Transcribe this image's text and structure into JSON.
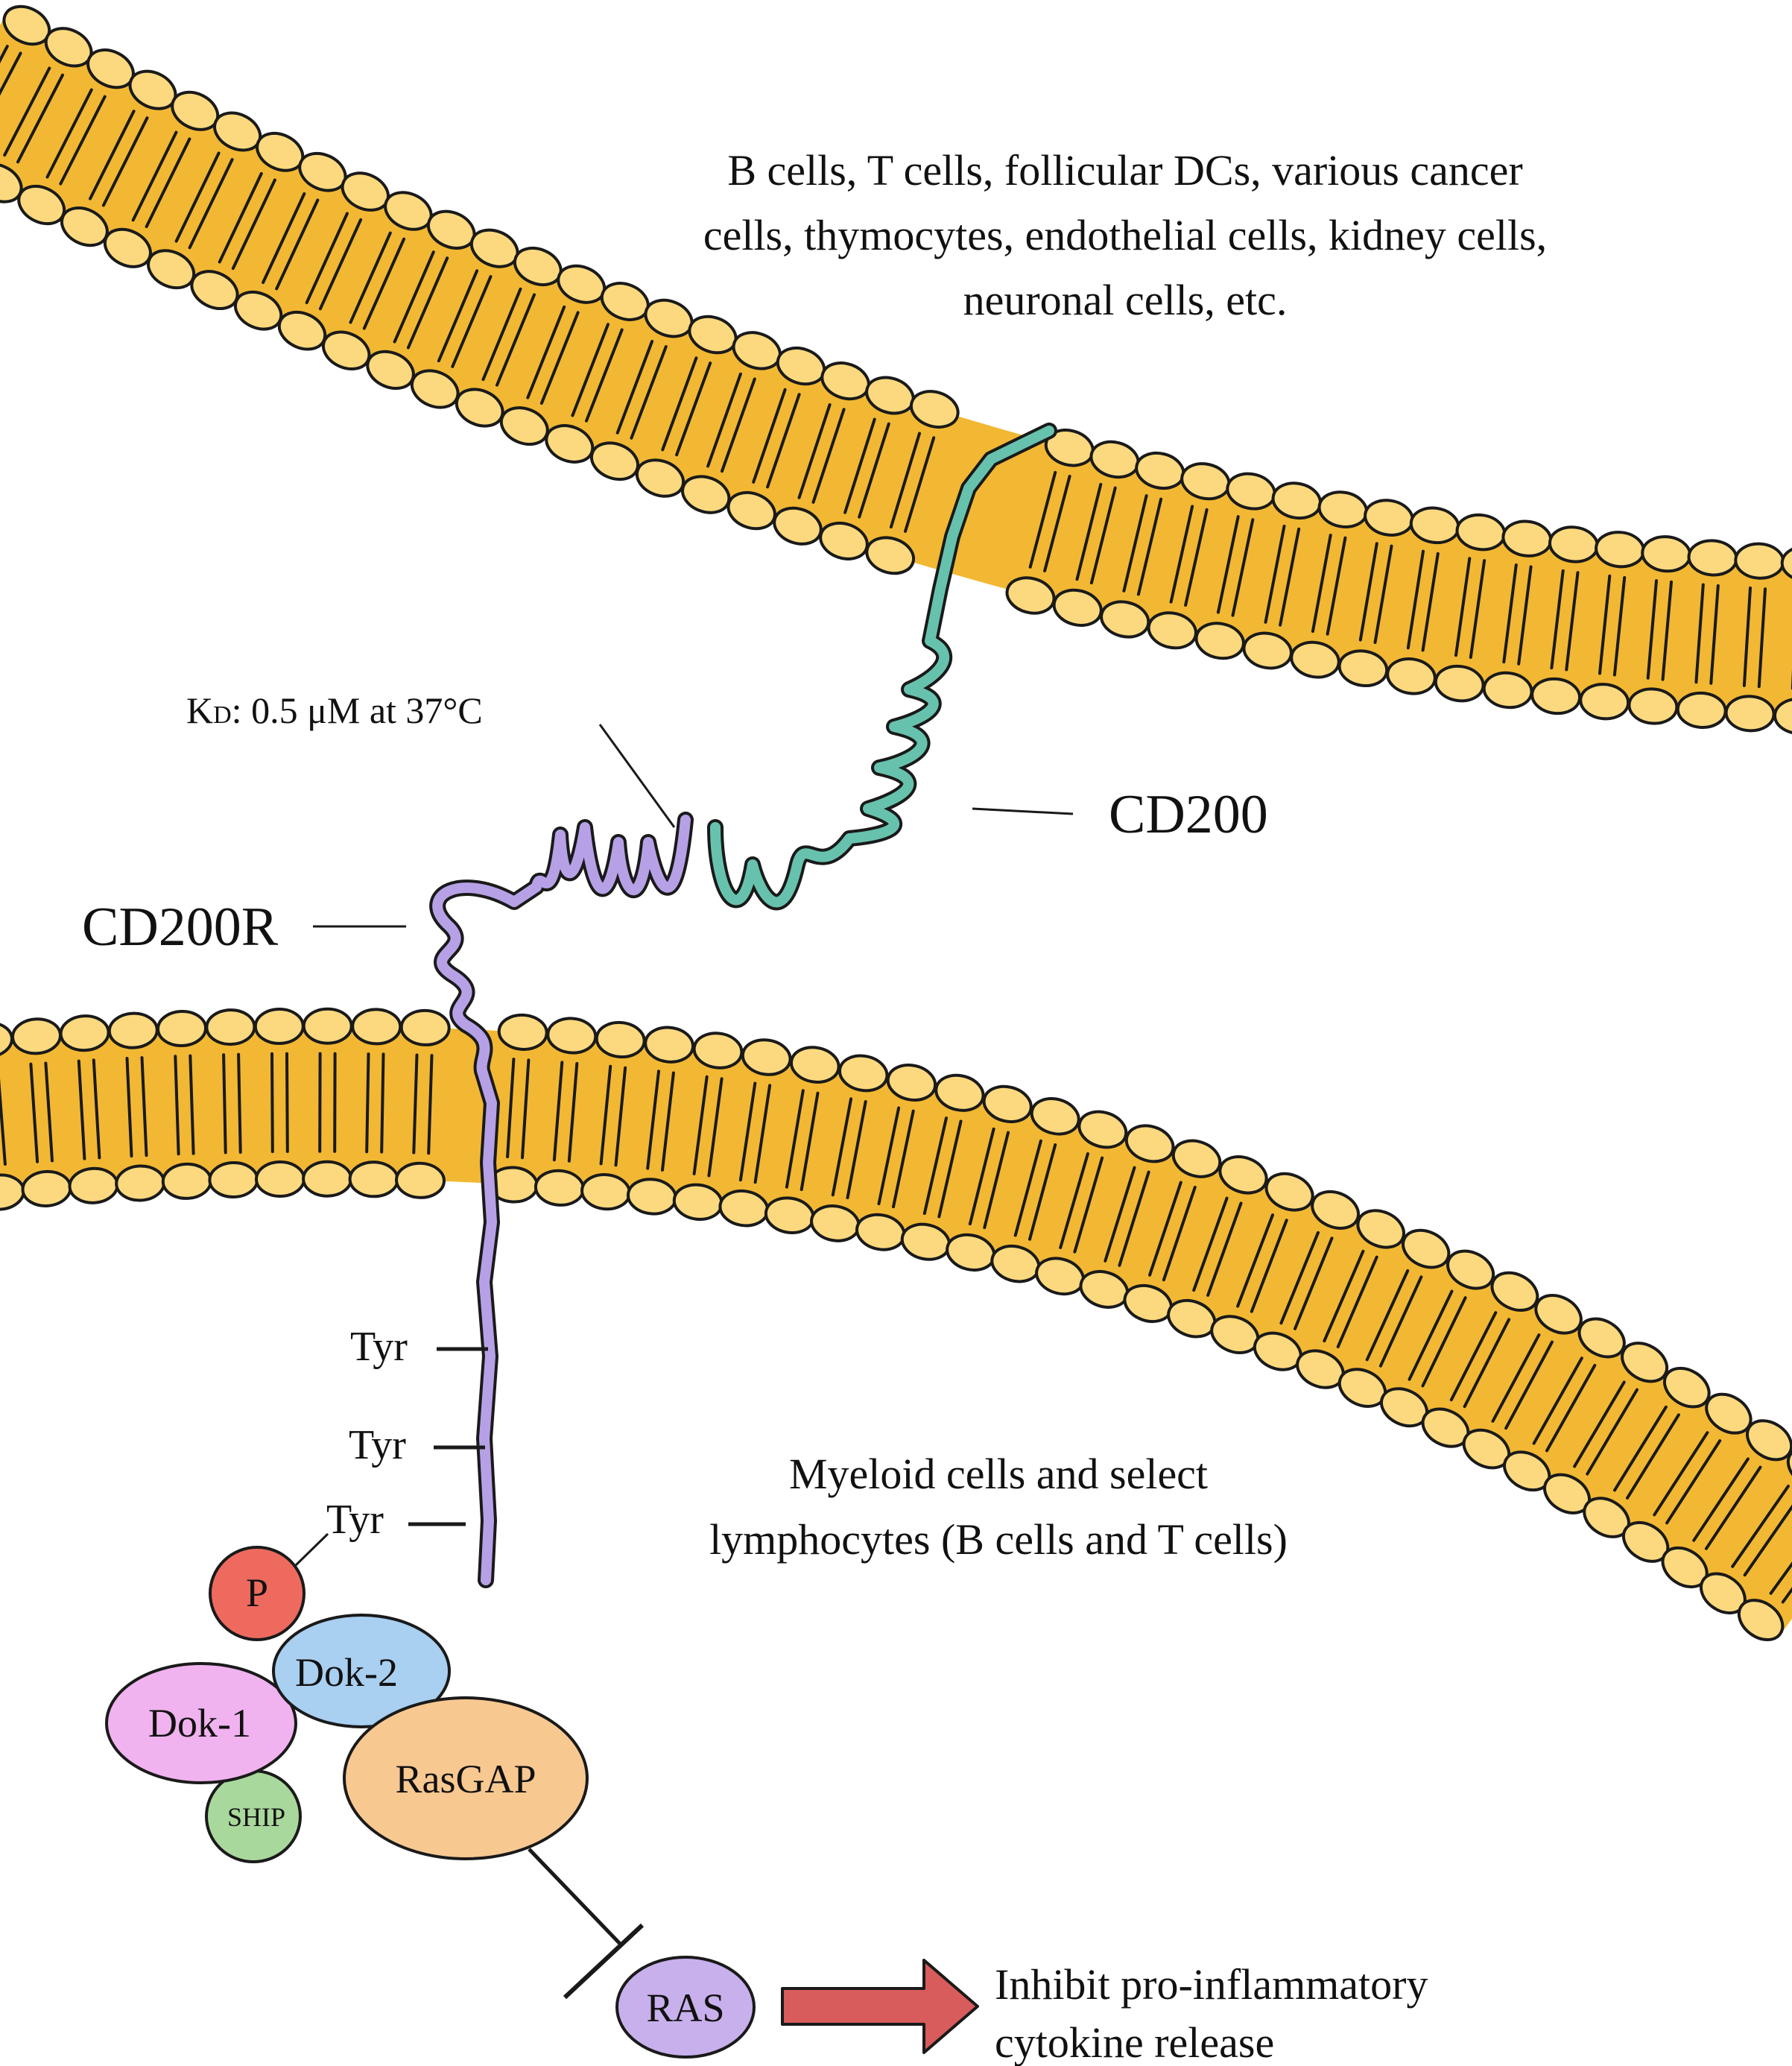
{
  "cells": {
    "upper_caption": [
      "B cells, T cells, follicular DCs, various cancer",
      "cells, thymocytes, endothelial cells, kidney cells,",
      "neuronal cells, etc."
    ],
    "lower_caption": [
      "Myeloid cells and select",
      "lymphocytes (B cells and T cells)"
    ]
  },
  "ligand": {
    "label": "CD200"
  },
  "receptor": {
    "label": "CD200R"
  },
  "affinity": {
    "kd_symbol": "K",
    "kd_subscript": "D",
    "kd_value": ": 0.5 μM at 37°C"
  },
  "motifs": {
    "tyr_1": "Tyr",
    "tyr_2": "Tyr",
    "tyr_3": "Tyr"
  },
  "signaling": {
    "p": "P",
    "dok2": "Dok-2",
    "dok1": "Dok-1",
    "ship": "SHIP",
    "rasgap": "RasGAP",
    "ras": "RAS"
  },
  "outcome": [
    "Inhibit pro-inflammatory",
    "cytokine release"
  ],
  "colors": {
    "membrane_core": "#f2b833",
    "head_fill": "#fcd97e",
    "outline": "#1a1a1a",
    "cd200": "#67c2ad",
    "cd200r": "#b6a1e6",
    "p_node": "#ee6a5f",
    "dok2": "#a9cff1",
    "dok1": "#f0b3ef",
    "ship": "#a9d89c",
    "rasgap": "#f8c891",
    "ras": "#c8b0ec",
    "arrow": "#d85c5c"
  }
}
